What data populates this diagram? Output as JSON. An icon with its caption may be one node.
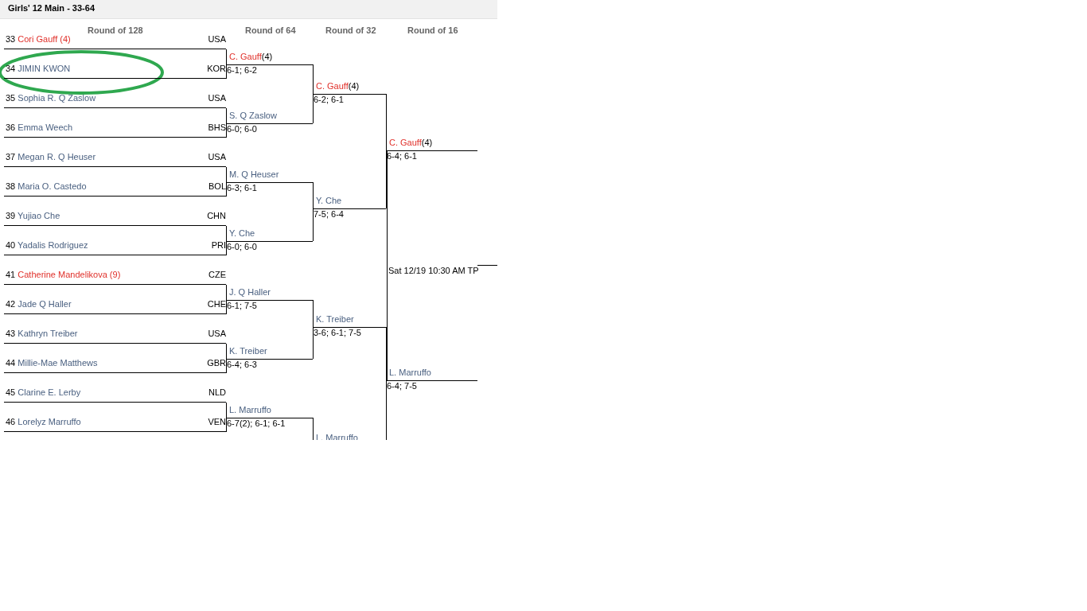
{
  "diagram": {
    "title": "Girls' 12 Main - 33-64",
    "nodes": [
      {
        "text": [
          "33 Cori Gauff (4)",
          "USA"
        ]
      },
      {
        "text": [
          "34 JIMIN KWON",
          "KOR"
        ]
      },
      {
        "text": [
          "35 Sophia R. Q Zaslow",
          "USA"
        ]
      },
      {
        "text": [
          "36 Emma Weech",
          "BHS"
        ]
      },
      {
        "text": [
          "37 Megan R. Q Heuser",
          "USA"
        ]
      },
      {
        "text": [
          "38 Maria O. Castedo",
          "BOL"
        ]
      },
      {
        "text": [
          "39 Yujiao Che",
          "CHN"
        ]
      },
      {
        "text": [
          "40 Yadalis Rodriguez",
          "PRI"
        ]
      },
      {
        "text": [
          "41 Catherine Mandelikova (9)",
          "CZE"
        ]
      },
      {
        "text": [
          "42 Jade Q Haller",
          "CHE"
        ]
      },
      {
        "text": [
          "43 Kathryn Treiber",
          "USA"
        ]
      },
      {
        "text": [
          "44 Millie-Mae Matthews",
          "GBR"
        ]
      },
      {
        "text": [
          "45 Clarine E. Lerby",
          "NLD"
        ]
      },
      {
        "text": [
          "46 Lorelyz Marruffo",
          "VEN"
        ]
      },
      {
        "text": [
          "C. Gauff(4)",
          "6-1; 6-2"
        ]
      },
      {
        "text": [
          "S. Q Zaslow",
          "6-0; 6-0"
        ]
      },
      {
        "text": [
          "M. Q Heuser",
          "6-3; 6-1"
        ]
      },
      {
        "text": [
          "Y. Che",
          "6-0; 6-0"
        ]
      },
      {
        "text": [
          "J. Q Haller",
          "6-1; 7-5"
        ]
      },
      {
        "text": [
          "K. Treiber",
          "6-4; 6-3"
        ]
      },
      {
        "text": [
          "L. Marruffo",
          "6-7(2); 6-1; 6-1"
        ]
      },
      {
        "text": [
          "C. Gauff(4)",
          "6-2; 6-1"
        ]
      },
      {
        "text": [
          "Y. Che",
          "7-5; 6-4"
        ]
      },
      {
        "text": [
          "K. Treiber",
          "3-6; 6-1; 7-5"
        ]
      },
      {
        "text": [
          "L. Marruffo"
        ]
      },
      {
        "text": [
          "C. Gauff(4)",
          "6-4; 6-1"
        ]
      },
      {
        "text": [
          "L. Marruffo",
          "6-4; 7-5"
        ]
      },
      {
        "text": [
          "Sat 12/19 10:30 AM TP"
        ]
      }
    ],
    "edges": [
      {
        "from": 0,
        "to": 14,
        "arrow": "none"
      },
      {
        "from": 1,
        "to": 14,
        "arrow": "none"
      },
      {
        "from": 2,
        "to": 15,
        "arrow": "none"
      },
      {
        "from": 3,
        "to": 15,
        "arrow": "none"
      },
      {
        "from": 4,
        "to": 16,
        "arrow": "none"
      },
      {
        "from": 5,
        "to": 16,
        "arrow": "none"
      },
      {
        "from": 6,
        "to": 17,
        "arrow": "none"
      },
      {
        "from": 7,
        "to": 17,
        "arrow": "none"
      },
      {
        "from": 8,
        "to": 18,
        "arrow": "none"
      },
      {
        "from": 9,
        "to": 18,
        "arrow": "none"
      },
      {
        "from": 10,
        "to": 19,
        "arrow": "none"
      },
      {
        "from": 11,
        "to": 19,
        "arrow": "none"
      },
      {
        "from": 12,
        "to": 20,
        "arrow": "none"
      },
      {
        "from": 13,
        "to": 20,
        "arrow": "none"
      },
      {
        "from": 14,
        "to": 21,
        "arrow": "none"
      },
      {
        "from": 15,
        "to": 21,
        "arrow": "none"
      },
      {
        "from": 16,
        "to": 22,
        "arrow": "none"
      },
      {
        "from": 17,
        "to": 22,
        "arrow": "none"
      },
      {
        "from": 18,
        "to": 23,
        "arrow": "none"
      },
      {
        "from": 19,
        "to": 23,
        "arrow": "none"
      },
      {
        "from": 20,
        "to": 24,
        "arrow": "none"
      },
      {
        "from": 21,
        "to": 25,
        "arrow": "none"
      },
      {
        "from": 22,
        "to": 25,
        "arrow": "none"
      },
      {
        "from": 23,
        "to": 26,
        "arrow": "none"
      },
      {
        "from": 24,
        "to": 26,
        "arrow": "none"
      },
      {
        "from": 25,
        "to": 27,
        "arrow": "none"
      },
      {
        "from": 26,
        "to": 27,
        "arrow": "none"
      },
      {
        "from": 27,
        "to": null,
        "arrow": "none"
      }
    ],
    "labels": [
      "Round of 128",
      "Round of 64",
      "Round of 32",
      "Round of 16"
    ]
  }
}
